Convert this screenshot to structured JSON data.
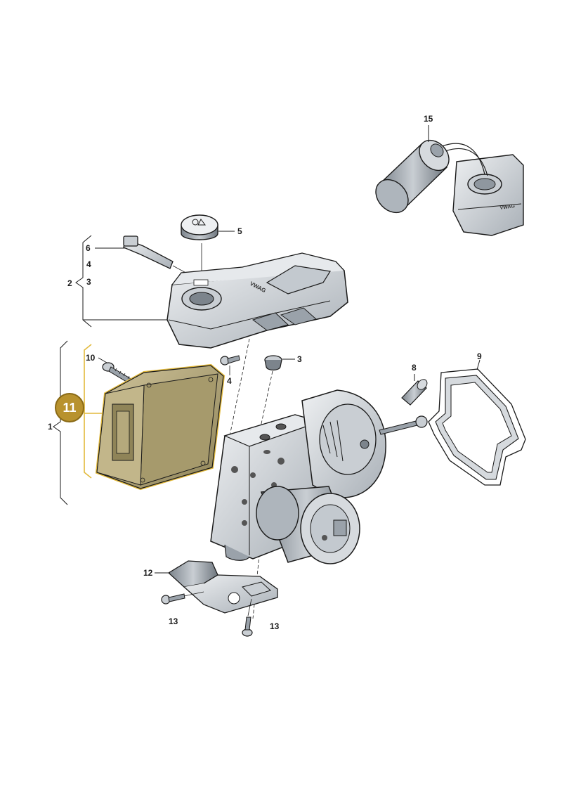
{
  "labels": {
    "p1": "1",
    "p2": "2",
    "p3a": "3",
    "p3b": "3",
    "p4a": "4",
    "p4b": "4",
    "p5": "5",
    "p6": "6",
    "p8": "8",
    "p9": "9",
    "p10": "10",
    "p11": "11",
    "p12": "12",
    "p13a": "13",
    "p13b": "13",
    "p15": "15"
  },
  "markings": {
    "reservoir_brand": "VWAG",
    "inset_brand": "VWAG"
  },
  "colors": {
    "highlight": "#b8922e",
    "highlight_outline": "#e2b93b",
    "part_fill": "#d9dde2",
    "part_dark": "#9aa2aa",
    "line": "#1a1a1a"
  }
}
